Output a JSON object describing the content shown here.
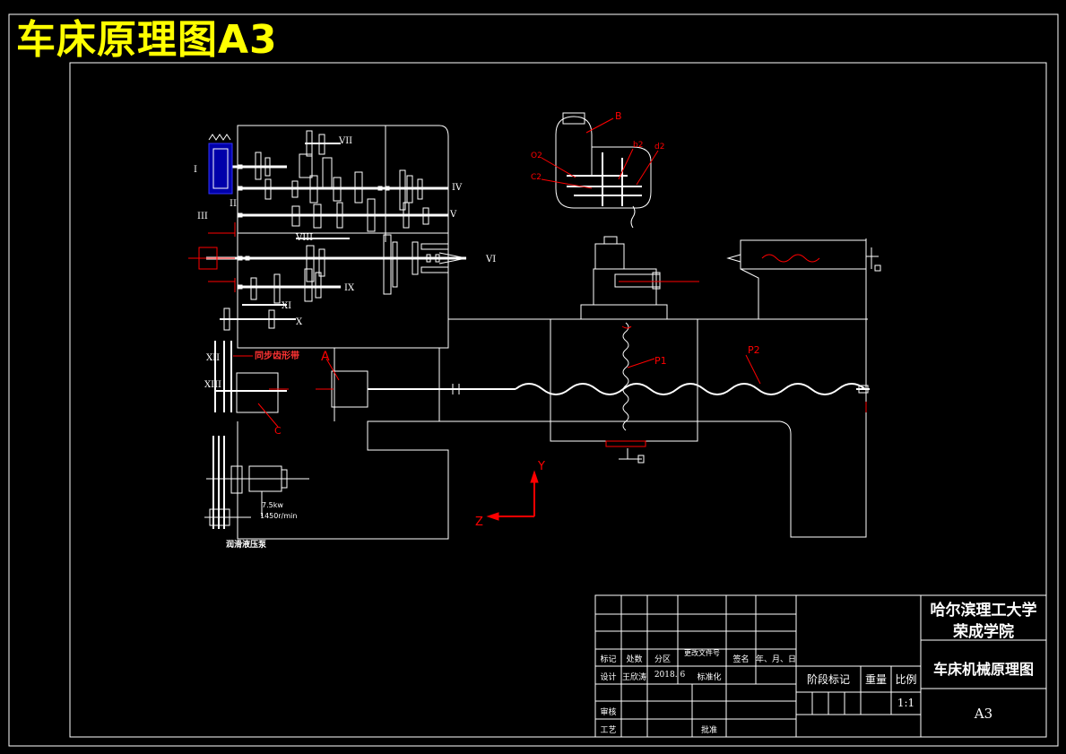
{
  "drawing_title": "车床原理图A3",
  "colors": {
    "background": "#000000",
    "line": "#ffffff",
    "title": "#ffff00",
    "annotation": "#ff0000",
    "belt": "#3333ff"
  },
  "shaft_labels": [
    "I",
    "II",
    "III",
    "IV",
    "V",
    "VI",
    "VII",
    "VIII",
    "IX",
    "X",
    "XI",
    "XII",
    "XIII"
  ],
  "labels": {
    "belt_note": "同步齿形带",
    "motor_power": "7.5kw",
    "motor_speed": "1450r/min",
    "pump_note": "润滑液压泵",
    "label_a": "A",
    "label_b": "B",
    "label_c": "C",
    "label_o2": "O2",
    "label_c2": "C2",
    "label_b2": "b2",
    "label_d2": "d2",
    "label_p1": "P1",
    "label_p2": "P2",
    "axis_y": "Y",
    "axis_z": "Z"
  },
  "title_block": {
    "university": "哈尔滨理工大学",
    "college": "荣成学院",
    "drawing_name": "车床机械原理图",
    "sheet_size": "A3",
    "scale_header": "比例",
    "scale": "1:1",
    "weight_header": "重量",
    "stage_mark": "阶段标记",
    "col_mark": "标记",
    "col_count": "处数",
    "col_zone": "分区",
    "col_doc": "更改文件号",
    "col_sign": "签名",
    "col_date": "年、月、日",
    "design_label": "设计",
    "designer": "王欣涛",
    "design_date": "2018. 6",
    "standard": "标准化",
    "review": "审核",
    "process": "工艺",
    "approve": "批准"
  }
}
